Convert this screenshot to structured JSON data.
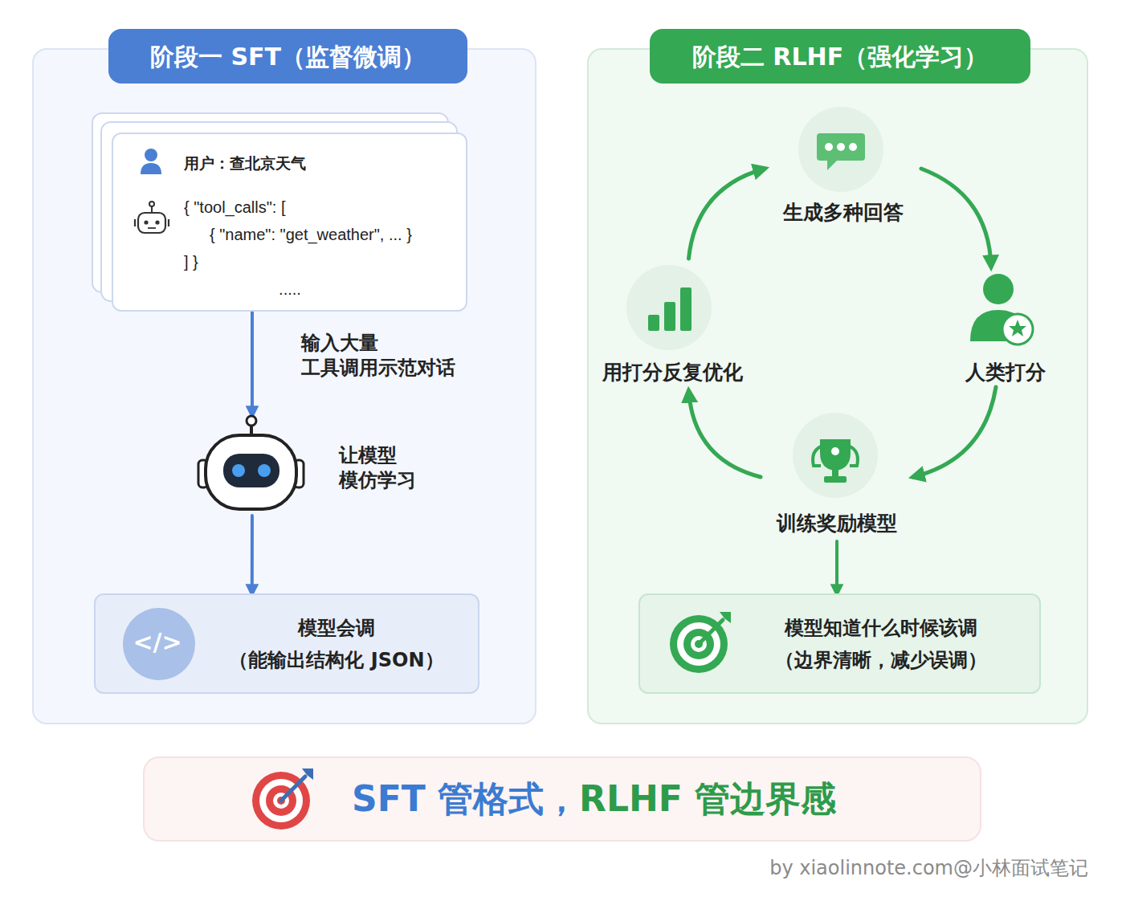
{
  "diagram": {
    "nodes": [
      {
        "text": [
          "阶段一 SFT（监督微调）"
        ]
      },
      {
        "text": [
          "用户：查北京天气",
          "{ \"tool_calls\": [",
          "{ \"name\": \"get_weather\", ... }",
          "] }",
          "....."
        ],
        "in": 0
      },
      {
        "text": [
          "让模型 模仿学习"
        ],
        "in": 0
      },
      {
        "text": [
          "模型会调",
          "（能输出结构化 JSON）"
        ],
        "in": 0
      },
      {
        "text": [
          "阶段二 RLHF（强化学习）"
        ]
      },
      {
        "text": [
          "生成多种回答"
        ],
        "in": 4
      },
      {
        "text": [
          "人类打分"
        ],
        "in": 4
      },
      {
        "text": [
          "训练奖励模型"
        ],
        "in": 4
      },
      {
        "text": [
          "用打分反复优化"
        ],
        "in": 4
      },
      {
        "text": [
          "模型知道什么时候该调",
          "（边界清晰，减少误调）"
        ],
        "in": 4
      },
      {
        "text": [
          "SFT 管格式，",
          "RLHF 管边界感"
        ]
      }
    ],
    "edges": [
      {
        "from": 1,
        "to": 2,
        "arrow": "to",
        "label": "输入大量 工具调用示范对话"
      },
      {
        "from": 2,
        "to": 3,
        "arrow": "to"
      },
      {
        "from": 5,
        "to": 6,
        "arrow": "to"
      },
      {
        "from": 6,
        "to": 7,
        "arrow": "to"
      },
      {
        "from": 7,
        "to": 8,
        "arrow": "to"
      },
      {
        "from": 8,
        "to": 5,
        "arrow": "to"
      },
      {
        "from": 7,
        "to": 9,
        "arrow": "to"
      }
    ],
    "labels": [
      "</>",
      "by xiaolinnote.com@小林面试笔记"
    ]
  }
}
